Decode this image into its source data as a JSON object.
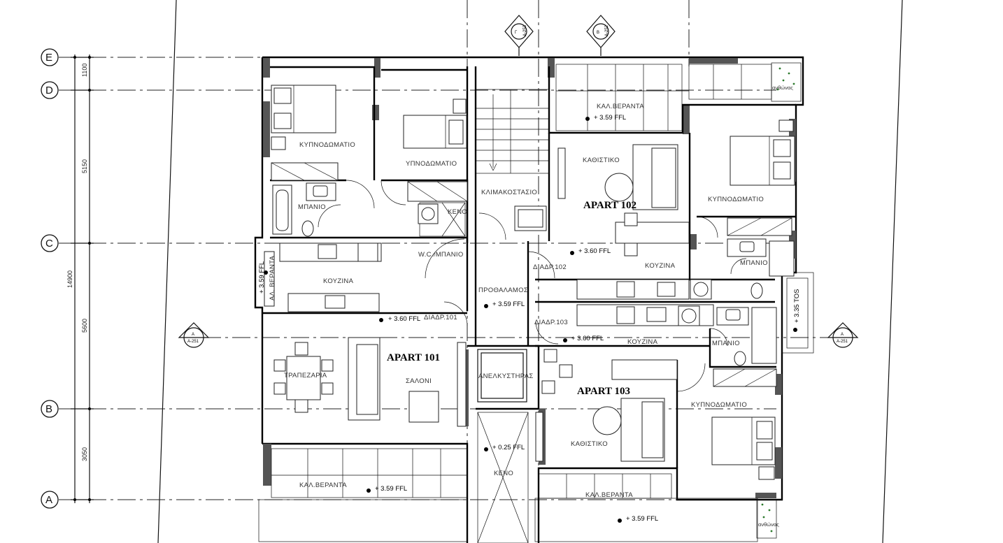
{
  "grid": {
    "rows": [
      "E",
      "D",
      "C",
      "B",
      "A"
    ],
    "dims": [
      "1100",
      "5150",
      "5600",
      "3050"
    ],
    "total": "14900"
  },
  "apartments": [
    "APART 101",
    "APART 102",
    "APART 103"
  ],
  "rooms": {
    "r101_bed1": "ΚΥΠΝΟΔΩΜΑΤΙΟ",
    "r101_bed2": "ΥΠΝΟΔΩΜΑΤΙΟ",
    "r101_bath": "ΜΠΑΝΙΟ",
    "r101_kitchen": "ΚΟΥΖΙΝΑ",
    "r101_balc_side": "ΑΛ. ΒΕΡΑΝΤΑ",
    "r101_dining": "ΤΡΑΠΕΖΑΡΙΑ",
    "r101_living": "ΣΑΛΟΝΙ",
    "r101_corr": "ΔΙΑΔΡ.101",
    "r101_balc": "ΚΑΛ.ΒΕΡΑΝΤΑ",
    "wc": "W.C./ΜΠΑΝΙΟ",
    "void1": "ΚΕΝΟ",
    "stair": "ΚΛΙΜΑΚΟΣΤΑΣΙΟ",
    "lobby": "ΠΡΟΘΑΛΑΜΟΣ",
    "lift": "ΑΝΕΛΚΥΣΤΗΡΑΣ",
    "void2": "ΚΕΝΟ",
    "r102_balc": "ΚΑΛ.ΒΕΡΑΝΤΑ",
    "r102_living": "ΚΑΘΙΣΤΙΚΟ",
    "r102_bed": "ΚΥΠΝΟΔΩΜΑΤΙΟ",
    "r102_corr": "ΔΙΑΔΡ.102",
    "r102_kitchen": "ΚΟΥΖΙΝΑ",
    "r102_bath": "ΜΠΑΝΙΟ",
    "r103_corr": "ΔΙΑΔΡ.103",
    "r103_kitchen": "ΚΟΥΖΙΝΑ",
    "r103_bath": "ΜΠΑΝΙΟ",
    "r103_bed": "ΚΥΠΝΟΔΩΜΑΤΙΟ",
    "r103_living": "ΚΑΘΙΣΤΙΚΟ",
    "r103_balc": "ΚΑΛ.ΒΕΡΑΝΤΑ",
    "garden_top": "ανθώνας",
    "garden_bot": "ανθώνας"
  },
  "levels": {
    "l_102_balc": "+ 3.59  FFL",
    "l_102_main": "+ 3.60  FFL",
    "l_101_side": "+ 3.59  FFL",
    "l_101_main": "+ 3.60  FFL",
    "l_lobby": "+ 3.59  FFL",
    "l_103_main": "+ 3.60  FFL",
    "l_void": "+ 0.25  FFL",
    "l_101_balc": "+ 3.59  FFL",
    "l_103_balc": "+ 3.59  FFL",
    "l_right": "+ 3.35  TOS"
  },
  "sections": {
    "gamma": "Γ",
    "gamma_ref": "A-253",
    "beta": "Β",
    "beta_ref": "A-252",
    "a_left": "Α",
    "a_left_ref": "A-251",
    "a_right": "Α",
    "a_right_ref": "A-251"
  }
}
